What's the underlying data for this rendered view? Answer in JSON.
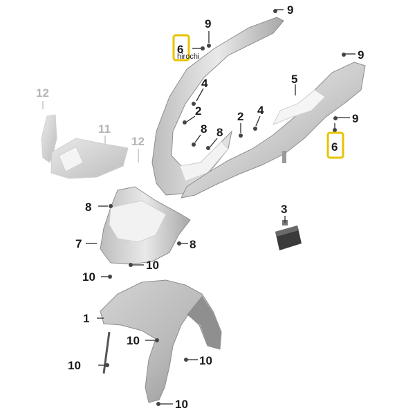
{
  "watermark": "hirochi",
  "callouts": [
    {
      "id": "c-9a",
      "text": "9"
    },
    {
      "id": "c-9b",
      "text": "9"
    },
    {
      "id": "c-9c",
      "text": "9"
    },
    {
      "id": "c-9d",
      "text": "9"
    },
    {
      "id": "c-6a",
      "text": "6"
    },
    {
      "id": "c-6b",
      "text": "6"
    },
    {
      "id": "c-5",
      "text": "5"
    },
    {
      "id": "c-4a",
      "text": "4"
    },
    {
      "id": "c-4b",
      "text": "4"
    },
    {
      "id": "c-2a",
      "text": "2"
    },
    {
      "id": "c-2b",
      "text": "2"
    },
    {
      "id": "c-8a",
      "text": "8"
    },
    {
      "id": "c-8b",
      "text": "8"
    },
    {
      "id": "c-8c",
      "text": "8"
    },
    {
      "id": "c-8d",
      "text": "8"
    },
    {
      "id": "c-12a",
      "text": "12"
    },
    {
      "id": "c-12b",
      "text": "12"
    },
    {
      "id": "c-11",
      "text": "11"
    },
    {
      "id": "c-7",
      "text": "7"
    },
    {
      "id": "c-3",
      "text": "3"
    },
    {
      "id": "c-10a",
      "text": "10"
    },
    {
      "id": "c-10b",
      "text": "10"
    },
    {
      "id": "c-10c",
      "text": "10"
    },
    {
      "id": "c-10d",
      "text": "10"
    },
    {
      "id": "c-10e",
      "text": "10"
    },
    {
      "id": "c-10f",
      "text": "10"
    },
    {
      "id": "c-1",
      "text": "1"
    }
  ],
  "highlight_color": "#e8c300",
  "part_color": "#c9c9c9"
}
